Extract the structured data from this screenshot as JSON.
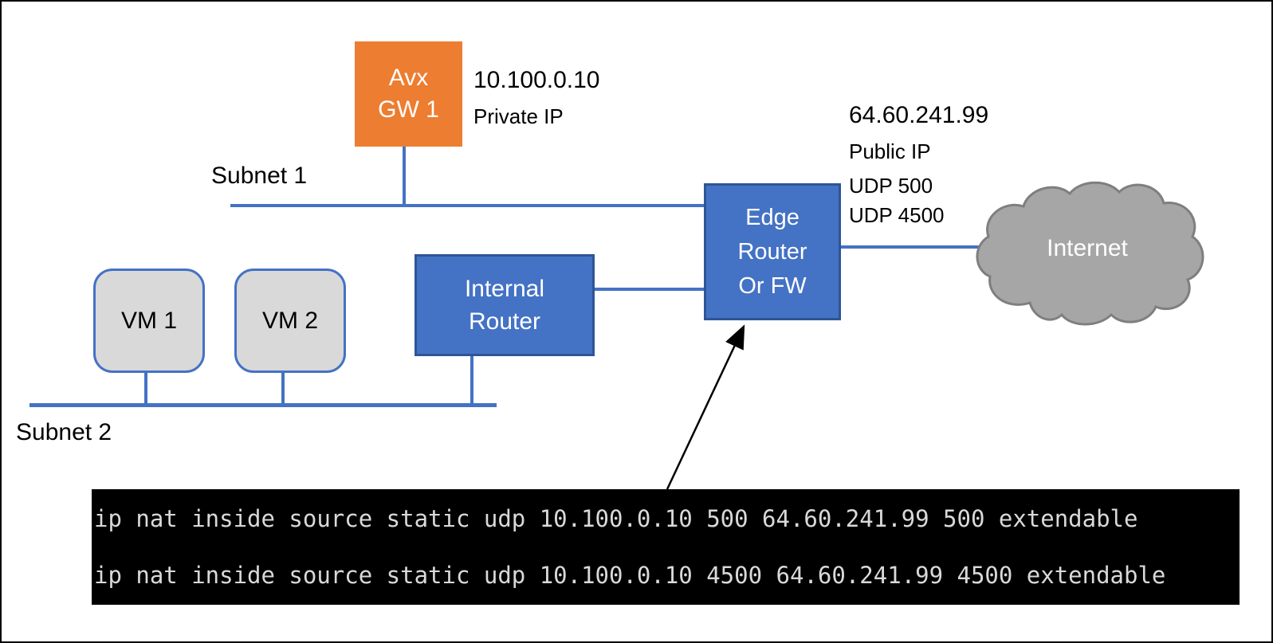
{
  "diagram": {
    "nodes": {
      "avx_gw": {
        "lines": [
          "Avx",
          "GW 1"
        ],
        "fill": "#ED7D31"
      },
      "internal_router": {
        "lines": [
          "Internal",
          "Router"
        ],
        "fill": "#4472C4"
      },
      "edge_router": {
        "lines": [
          "Edge",
          "Router",
          "Or FW"
        ],
        "fill": "#4472C4"
      },
      "vm1": {
        "label": "VM 1",
        "fill": "#D9D9D9"
      },
      "vm2": {
        "label": "VM 2",
        "fill": "#D9D9D9"
      },
      "internet_cloud": {
        "label": "Internet",
        "fill": "#A6A6A6"
      }
    },
    "labels": {
      "subnet1": "Subnet 1",
      "subnet2": "Subnet 2",
      "private_ip_address": "10.100.0.10",
      "private_ip_caption": "Private IP",
      "public_ip_address": "64.60.241.99",
      "public_ip_caption": "Public IP",
      "udp_port_1": "UDP 500",
      "udp_port_2": "UDP 4500"
    },
    "terminal": {
      "lines": [
        "ip nat inside source static udp 10.100.0.10 500 64.60.241.99 500 extendable",
        "ip nat inside source static udp 10.100.0.10 4500 64.60.241.99 4500 extendable"
      ],
      "background": "#000000",
      "text_color": "#D9D9D9"
    },
    "colors": {
      "connector_blue": "#4472C4",
      "node_blue": "#4472C4",
      "node_blue_border": "#2F5597",
      "node_orange": "#ED7D31",
      "vm_gray": "#D9D9D9",
      "cloud_gray": "#A6A6A6",
      "cloud_border": "#7F7F7F",
      "arrow_black": "#000000"
    }
  }
}
